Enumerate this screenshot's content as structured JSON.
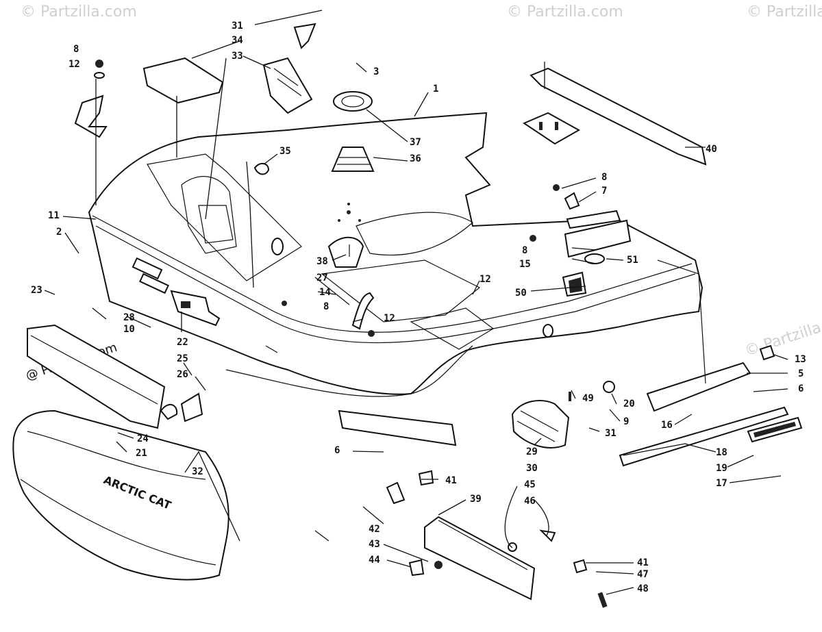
{
  "watermarks": [
    "© Partzilla.com",
    "© Partzilla.com",
    "© Partzilla.com",
    "@ Partzilla.com",
    "© Partzilla.com",
    "© Partzilla.com"
  ],
  "brand_text": "ARCTIC CAT",
  "callouts": [
    "1",
    "2",
    "3",
    "5",
    "6",
    "6",
    "7",
    "8",
    "8",
    "8",
    "8",
    "9",
    "10",
    "11",
    "12",
    "12",
    "12",
    "13",
    "14",
    "15",
    "16",
    "17",
    "18",
    "19",
    "20",
    "21",
    "22",
    "23",
    "24",
    "25",
    "26",
    "27",
    "28",
    "29",
    "30",
    "31",
    "31",
    "32",
    "33",
    "34",
    "35",
    "36",
    "37",
    "38",
    "39",
    "40",
    "41",
    "41",
    "42",
    "43",
    "44",
    "45",
    "46",
    "47",
    "48",
    "49",
    "50",
    "51"
  ]
}
